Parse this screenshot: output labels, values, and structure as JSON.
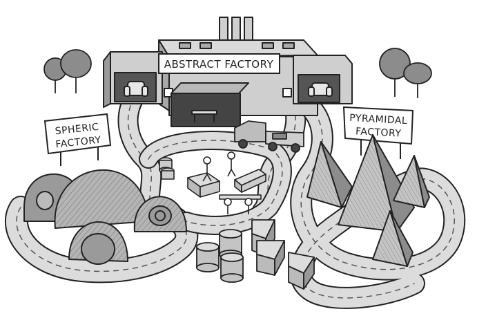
{
  "signs": {
    "abstract_factory": "ABSTRACT FACTORY",
    "spheric_line1": "SPHERIC",
    "spheric_line2": "FACTORY",
    "pyramidal_line1": "PYRAMIDAL",
    "pyramidal_line2": "FACTORY"
  },
  "colors": {
    "ink": "#222222",
    "road": "#d9d9d9",
    "building": "#cfcfcf",
    "building_dark": "#9a9a9a",
    "foliage": "#8c8c8c",
    "ground": "#ffffff"
  }
}
